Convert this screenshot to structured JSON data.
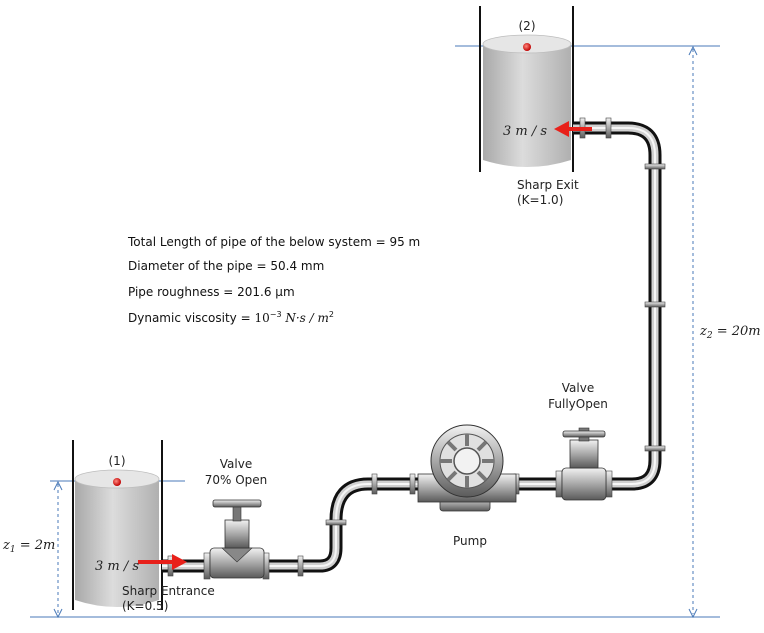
{
  "tank1": {
    "label": "(1)",
    "velocity": "3 m / s",
    "entrance_label": "Sharp Entrance",
    "entrance_k": "(K=0.5)"
  },
  "tank2": {
    "label": "(2)",
    "velocity": "3 m / s",
    "exit_label": "Sharp Exit",
    "exit_k": "(K=1.0)"
  },
  "valve1": {
    "line1": "Valve",
    "line2": "70% Open"
  },
  "valve2": {
    "line1": "Valve",
    "line2": "FullyOpen"
  },
  "pump": {
    "label": "Pump"
  },
  "elevations": {
    "z1": "z",
    "z1_sub": "1",
    "z1_val": " = 2m",
    "z2": "z",
    "z2_sub": "2",
    "z2_val": " = 20m"
  },
  "info": {
    "length": "Total Length of pipe of the below system = 95 m",
    "diameter": "Diameter of the pipe = 50.4 mm",
    "roughness": "Pipe roughness = 201.6 μm",
    "viscosity_label": "Dynamic viscosity = ",
    "viscosity_base": "10",
    "viscosity_exp": "−3",
    "viscosity_units": " N·s / m",
    "viscosity_units_exp": "2"
  },
  "colors": {
    "arrow": "#e8201a",
    "dim_line": "#4a7ab8",
    "pipe_dark": "#111111",
    "pipe_light": "#c9c9c9",
    "tank_fill": "#c8c8c8"
  }
}
